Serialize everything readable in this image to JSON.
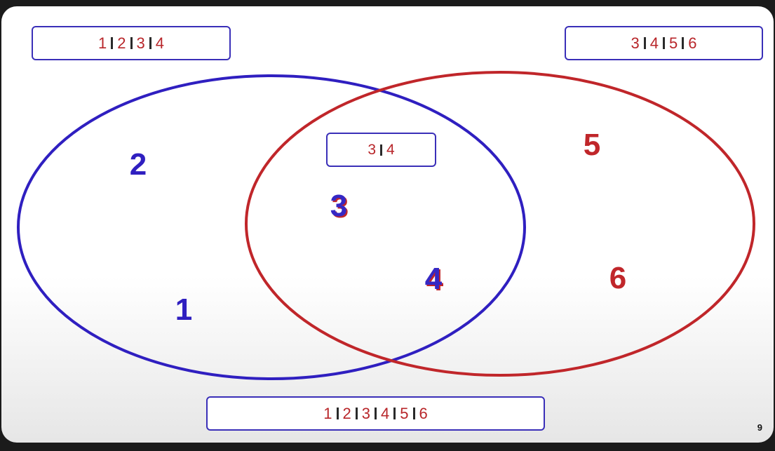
{
  "set_a_label": {
    "items": [
      "1",
      "2",
      "3",
      "4"
    ]
  },
  "set_b_label": {
    "items": [
      "3",
      "4",
      "5",
      "6"
    ]
  },
  "intersection_label": {
    "items": [
      "3",
      "4"
    ]
  },
  "union_label": {
    "items": [
      "1",
      "2",
      "3",
      "4",
      "5",
      "6"
    ]
  },
  "regions": {
    "a_only": [
      "2",
      "1"
    ],
    "both": [
      "3",
      "4"
    ],
    "b_only": [
      "5",
      "6"
    ]
  },
  "page_number": "9",
  "colors": {
    "set_a": "#2f1fc0",
    "set_b": "#c0262a",
    "box_border": "#3a2fb8"
  }
}
